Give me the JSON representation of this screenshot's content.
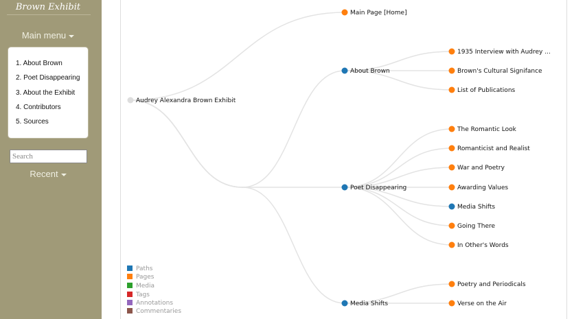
{
  "sidebar": {
    "site_title": "Brown Exhibit",
    "main_menu_label": "Main menu",
    "menu_items": [
      {
        "label": "1. About Brown"
      },
      {
        "label": "2. Poet Disappearing"
      },
      {
        "label": "3. About the Exhibit"
      },
      {
        "label": "4. Contributors"
      },
      {
        "label": "5. Sources"
      }
    ],
    "search_placeholder": "Search",
    "recent_label": "Recent"
  },
  "graph": {
    "colors": {
      "root": "#dddddd",
      "path": "#1f77b4",
      "page": "#ff7f0e",
      "link": "#e3e3e3"
    },
    "root": {
      "label": "Audrey Alexandra Brown Exhibit"
    },
    "level1": [
      {
        "label": "Main Page [Home]",
        "kind": "page"
      },
      {
        "label": "About Brown",
        "kind": "path"
      },
      {
        "label": "Poet Disappearing",
        "kind": "path"
      },
      {
        "label": "Media Shifts",
        "kind": "path"
      }
    ],
    "level2": [
      {
        "label": "1935 Interview with Audrey ...",
        "kind": "page",
        "parent": 1
      },
      {
        "label": "Brown's Cultural Signifance",
        "kind": "page",
        "parent": 1
      },
      {
        "label": "List of Publications",
        "kind": "page",
        "parent": 1
      },
      {
        "label": "The Romantic Look",
        "kind": "page",
        "parent": 2
      },
      {
        "label": "Romanticist and Realist",
        "kind": "page",
        "parent": 2
      },
      {
        "label": "War and Poetry",
        "kind": "page",
        "parent": 2
      },
      {
        "label": "Awarding Values",
        "kind": "page",
        "parent": 2
      },
      {
        "label": "Media Shifts",
        "kind": "path",
        "parent": 2
      },
      {
        "label": "Going There",
        "kind": "page",
        "parent": 2
      },
      {
        "label": "In Other's Words",
        "kind": "page",
        "parent": 2
      },
      {
        "label": "Poetry and Periodicals",
        "kind": "page",
        "parent": 3
      },
      {
        "label": "Verse on the Air",
        "kind": "page",
        "parent": 3
      }
    ]
  },
  "legend": [
    {
      "label": "Paths",
      "color": "#1f77b4"
    },
    {
      "label": "Pages",
      "color": "#ff7f0e"
    },
    {
      "label": "Media",
      "color": "#2ca02c"
    },
    {
      "label": "Tags",
      "color": "#d62728"
    },
    {
      "label": "Annotations",
      "color": "#9467bd"
    },
    {
      "label": "Commentaries",
      "color": "#8c564b"
    }
  ]
}
